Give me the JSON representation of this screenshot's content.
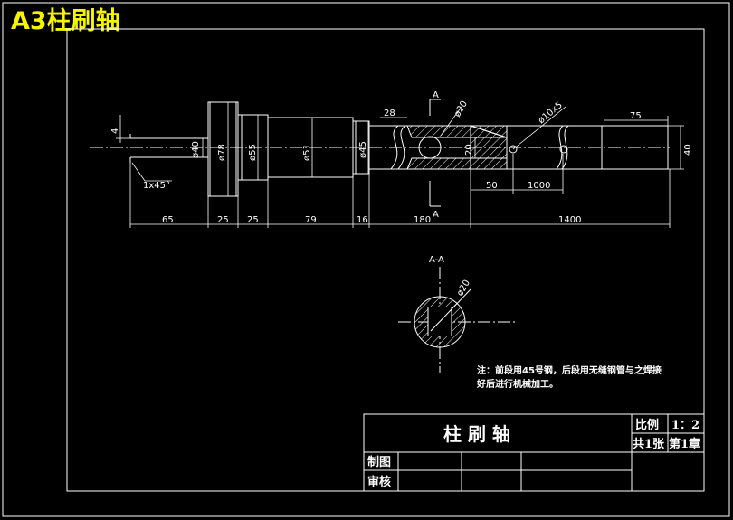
{
  "title": "A3柱刷轴",
  "section_label": "A-A",
  "cut_marker": "A",
  "dims": {
    "d40": "ø40",
    "d78": "ø78",
    "d55": "ø55",
    "d51": "ø51",
    "d45": "ø45",
    "d20_top": "ø20",
    "d20_sec": "ø20",
    "d10x5": "ø10x5",
    "v4": "4",
    "v20": "20",
    "v40": "40",
    "chamfer": "1x45°",
    "h28": "28",
    "h75": "75",
    "h50": "50",
    "h1000": "1000",
    "b65": "65",
    "b25a": "25",
    "b25b": "25",
    "b79": "79",
    "b16": "16",
    "b180": "180",
    "b1400": "1400"
  },
  "note": {
    "line1": "注：前段用45号钢，后段用无缝钢管与之焊接",
    "line2": "好后进行机械加工。"
  },
  "title_block": {
    "name": "柱 刷 轴",
    "scale_label": "比例",
    "scale_value": "1：2",
    "sheets": "共1张",
    "sheet_no": "第1章",
    "drawn": "制图",
    "checked": "审核"
  }
}
